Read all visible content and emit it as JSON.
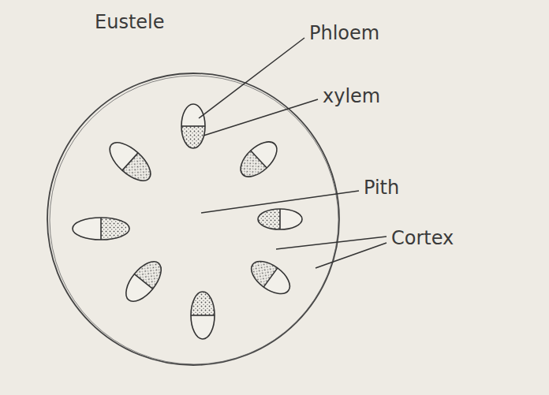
{
  "diagram": {
    "title": "Eustele",
    "labels": [
      "Phloem",
      "xylem",
      "Pith",
      "Cortex"
    ]
  }
}
